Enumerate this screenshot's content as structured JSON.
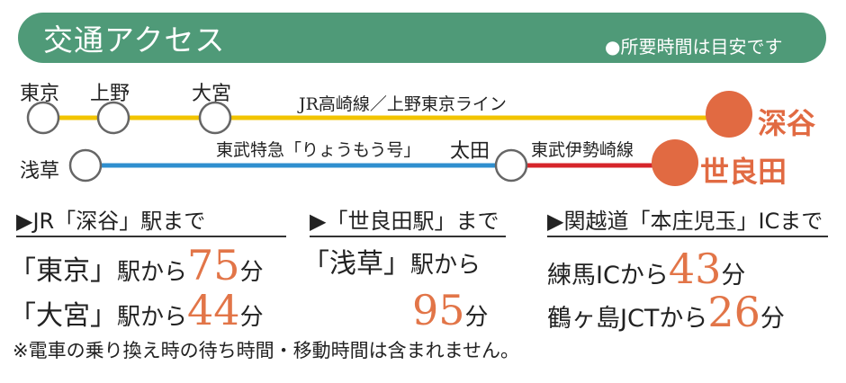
{
  "header": {
    "title": "交通アクセス",
    "note": "●所要時間は目安です"
  },
  "route_map": {
    "stations_upper": [
      "東京",
      "上野",
      "大宮"
    ],
    "upper_line_name": "JR高崎線／上野東京ライン",
    "destination_upper": "深谷",
    "station_lower_start": "浅草",
    "lower_line_name": "東武特急「りょうもう号」",
    "transfer_station": "太田",
    "branch_line_name": "東武伊勢崎線",
    "destination_lower": "世良田",
    "colors": {
      "jr_line": "#f2c400",
      "tobu_line": "#2f8fcf",
      "isesaki_line": "#d6252a",
      "destination_marker": "#e16a42",
      "banner": "#4f9a78"
    }
  },
  "columns": [
    {
      "heading": "▶JR「深谷」駅まで",
      "rows": [
        {
          "origin": "「東京」",
          "suffix": "駅から",
          "minutes": "75",
          "unit": "分"
        },
        {
          "origin": "「大宮」",
          "suffix": "駅から",
          "minutes": "44",
          "unit": "分"
        }
      ]
    },
    {
      "heading": "▶「世良田駅」まで",
      "rows": [
        {
          "origin": "「浅草」",
          "suffix": "駅から",
          "minutes": "95",
          "unit": "分"
        }
      ]
    },
    {
      "heading": "▶関越道「本庄児玉」ICまで",
      "rows": [
        {
          "origin": "練馬IC",
          "suffix": "から",
          "minutes": "43",
          "unit": "分"
        },
        {
          "origin": "鶴ヶ島JCT",
          "suffix": "から",
          "minutes": "26",
          "unit": "分"
        }
      ]
    }
  ],
  "footnote": "※電車の乗り換え時の待ち時間・移動時間は含まれません。"
}
